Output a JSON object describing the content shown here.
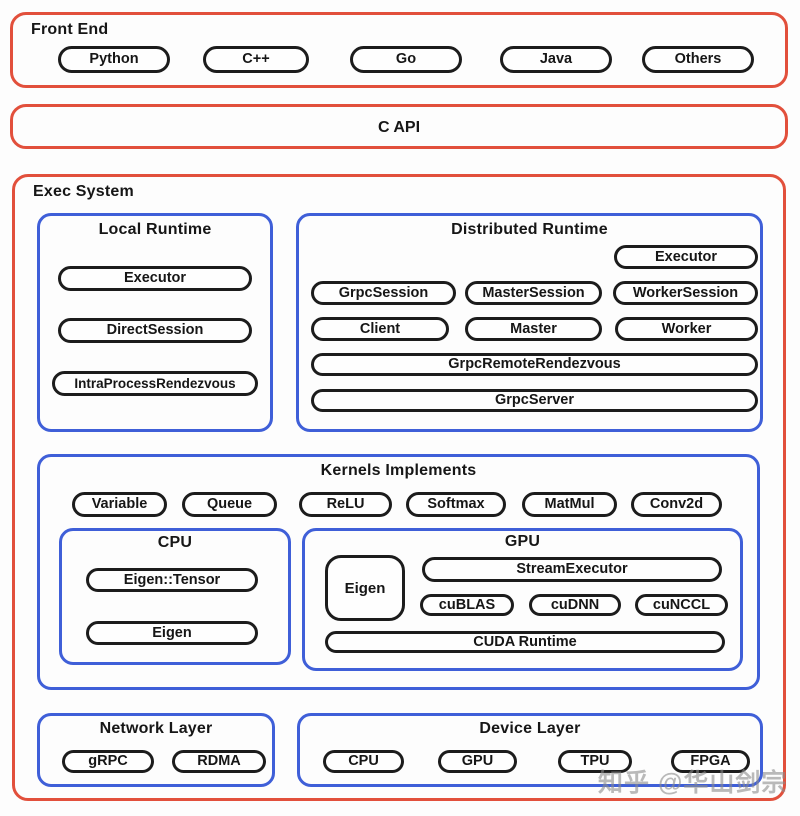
{
  "colors": {
    "outer_box_border": "#e2503c",
    "inner_box_border": "#3f5fd8",
    "pill_border": "#1c1c1c",
    "text": "#161616",
    "watermark_gray": "#8c8c8c"
  },
  "front_end": {
    "title": "Front End",
    "items": [
      "Python",
      "C++",
      "Go",
      "Java",
      "Others"
    ]
  },
  "c_api": {
    "label": "C API"
  },
  "exec_system": {
    "title": "Exec System",
    "local_runtime": {
      "title": "Local Runtime",
      "items": [
        "Executor",
        "DirectSession",
        "IntraProcessRendezvous"
      ]
    },
    "distributed_runtime": {
      "title": "Distributed Runtime",
      "executor": "Executor",
      "sessions": [
        "GrpcSession",
        "MasterSession",
        "WorkerSession"
      ],
      "roles": [
        "Client",
        "Master",
        "Worker"
      ],
      "rendezvous": "GrpcRemoteRendezvous",
      "server": "GrpcServer"
    },
    "kernels": {
      "title": "Kernels Implements",
      "ops": [
        "Variable",
        "Queue",
        "ReLU",
        "Softmax",
        "MatMul",
        "Conv2d"
      ],
      "cpu": {
        "title": "CPU",
        "items": [
          "Eigen::Tensor",
          "Eigen"
        ]
      },
      "gpu": {
        "title": "GPU",
        "eigen": "Eigen",
        "stream_executor": "StreamExecutor",
        "libs": [
          "cuBLAS",
          "cuDNN",
          "cuNCCL"
        ],
        "cuda_runtime": "CUDA Runtime"
      }
    },
    "network_layer": {
      "title": "Network Layer",
      "items": [
        "gRPC",
        "RDMA"
      ]
    },
    "device_layer": {
      "title": "Device Layer",
      "items": [
        "CPU",
        "GPU",
        "TPU",
        "FPGA"
      ]
    }
  },
  "watermark": "知乎 @华山剑宗"
}
